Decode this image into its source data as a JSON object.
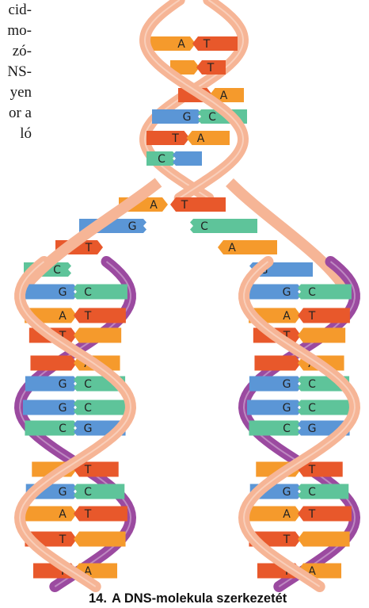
{
  "text_fragment": [
    "cid-",
    "mo-",
    "zó-",
    "NS-",
    "yen",
    "",
    "or a",
    "ló"
  ],
  "caption": {
    "number": "14.",
    "text": "A DNS-molekula szerkezetét"
  },
  "colors": {
    "adenine": "#f59a2c",
    "thymine": "#e8582b",
    "guanine": "#5b96d6",
    "cytosine": "#5ec49a",
    "backbone_parent": "#f6b596",
    "backbone_new": "#9b4aa0",
    "backbone_new_light": "#dc9ed3"
  },
  "parent_helix": [
    {
      "left": "A",
      "right": "T"
    },
    {
      "left": "",
      "right": "T"
    },
    {
      "left": "",
      "right": "A"
    },
    {
      "left": "G",
      "right": "C"
    },
    {
      "left": "T",
      "right": "A"
    },
    {
      "left": "C",
      "right": ""
    }
  ],
  "fork_left_bases": [
    "A",
    "G",
    "T",
    "C"
  ],
  "fork_right_bases": [
    "T",
    "C",
    "A",
    "G"
  ],
  "left_daughter": [
    {
      "left": "G",
      "right": "C"
    },
    {
      "left": "A",
      "right": "T"
    },
    {
      "left": "T",
      "right": ""
    },
    {
      "left": "",
      "right": "A"
    },
    {
      "left": "G",
      "right": "C"
    },
    {
      "left": "G",
      "right": "C"
    },
    {
      "left": "C",
      "right": "G"
    },
    {
      "left": "A",
      "right": "T"
    },
    {
      "left": "G",
      "right": "C"
    },
    {
      "left": "A",
      "right": "T"
    },
    {
      "left": "T",
      "right": ""
    },
    {
      "left": "T",
      "right": "A"
    }
  ],
  "right_daughter": [
    {
      "left": "G",
      "right": "C"
    },
    {
      "left": "A",
      "right": "T"
    },
    {
      "left": "T",
      "right": ""
    },
    {
      "left": "",
      "right": "A"
    },
    {
      "left": "G",
      "right": "C"
    },
    {
      "left": "G",
      "right": "C"
    },
    {
      "left": "C",
      "right": "G"
    },
    {
      "left": "A",
      "right": "T"
    },
    {
      "left": "G",
      "right": "C"
    },
    {
      "left": "A",
      "right": "T"
    },
    {
      "left": "T",
      "right": ""
    },
    {
      "left": "T",
      "right": "A"
    }
  ]
}
